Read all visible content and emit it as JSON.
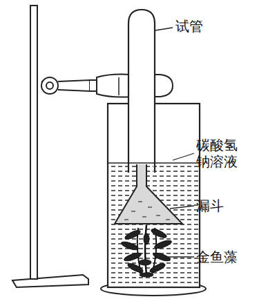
{
  "diagram": {
    "labels": [
      "试管",
      "碳酸氢钠溶液",
      "漏斗",
      "金鱼藻"
    ]
  }
}
